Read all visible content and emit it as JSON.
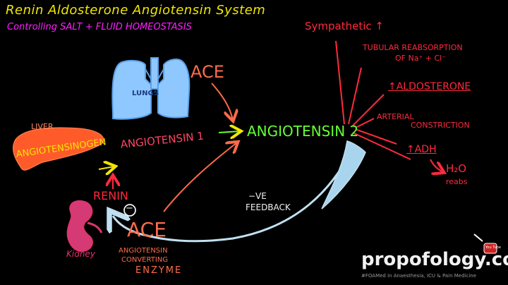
{
  "title": "Renin Aldosterone Angiotensin System",
  "subtitle": "Controlling SALT + FLUID HOMEOSTASIS",
  "organs": {
    "lungs": "LUNGS",
    "liver": "LIVER",
    "kidney": "Kidney"
  },
  "nodes": {
    "ace_top": "ACE",
    "angiotensinogen": "ANGIOTENSINOGEN",
    "angiotensin_1": "ANGIOTENSIN 1",
    "angiotensin_2": "ANGIOTENSIN 2",
    "renin": "RENIN",
    "inhibit_symbol": "−",
    "ace_bottom": "ACE",
    "ace_expanded": [
      "ANGIOTENSIN",
      "CONVERTING",
      "ENZYME"
    ],
    "neg_feedback": [
      "−VE",
      "FEEDBACK"
    ]
  },
  "effects": [
    "Sympathetic ↑",
    "TUBULAR REABSORPTION",
    "OF Na⁺ + Cl⁻",
    "↑ALDOSTERONE",
    "ARTERIAL",
    "CONSTRICTION",
    "↑ADH",
    "H₂O",
    "reabs"
  ],
  "brand": {
    "logo_text": "propofology.com",
    "youtube_badge": "You Tube",
    "tagline": "#FOAMed in Anaesthesia, ICU & Pain Medicine"
  },
  "colors": {
    "title": "#f2e600",
    "subtitle": "#ff20ff",
    "effects": "#ff2a3d",
    "arrows_orange": "#ff6b4a",
    "angiotensin_2": "#66ff33",
    "lungs": "#8fc8ff",
    "liver": "#ff5a2a",
    "kidney": "#e0336a",
    "feedback_line": "#bfe0f0"
  }
}
